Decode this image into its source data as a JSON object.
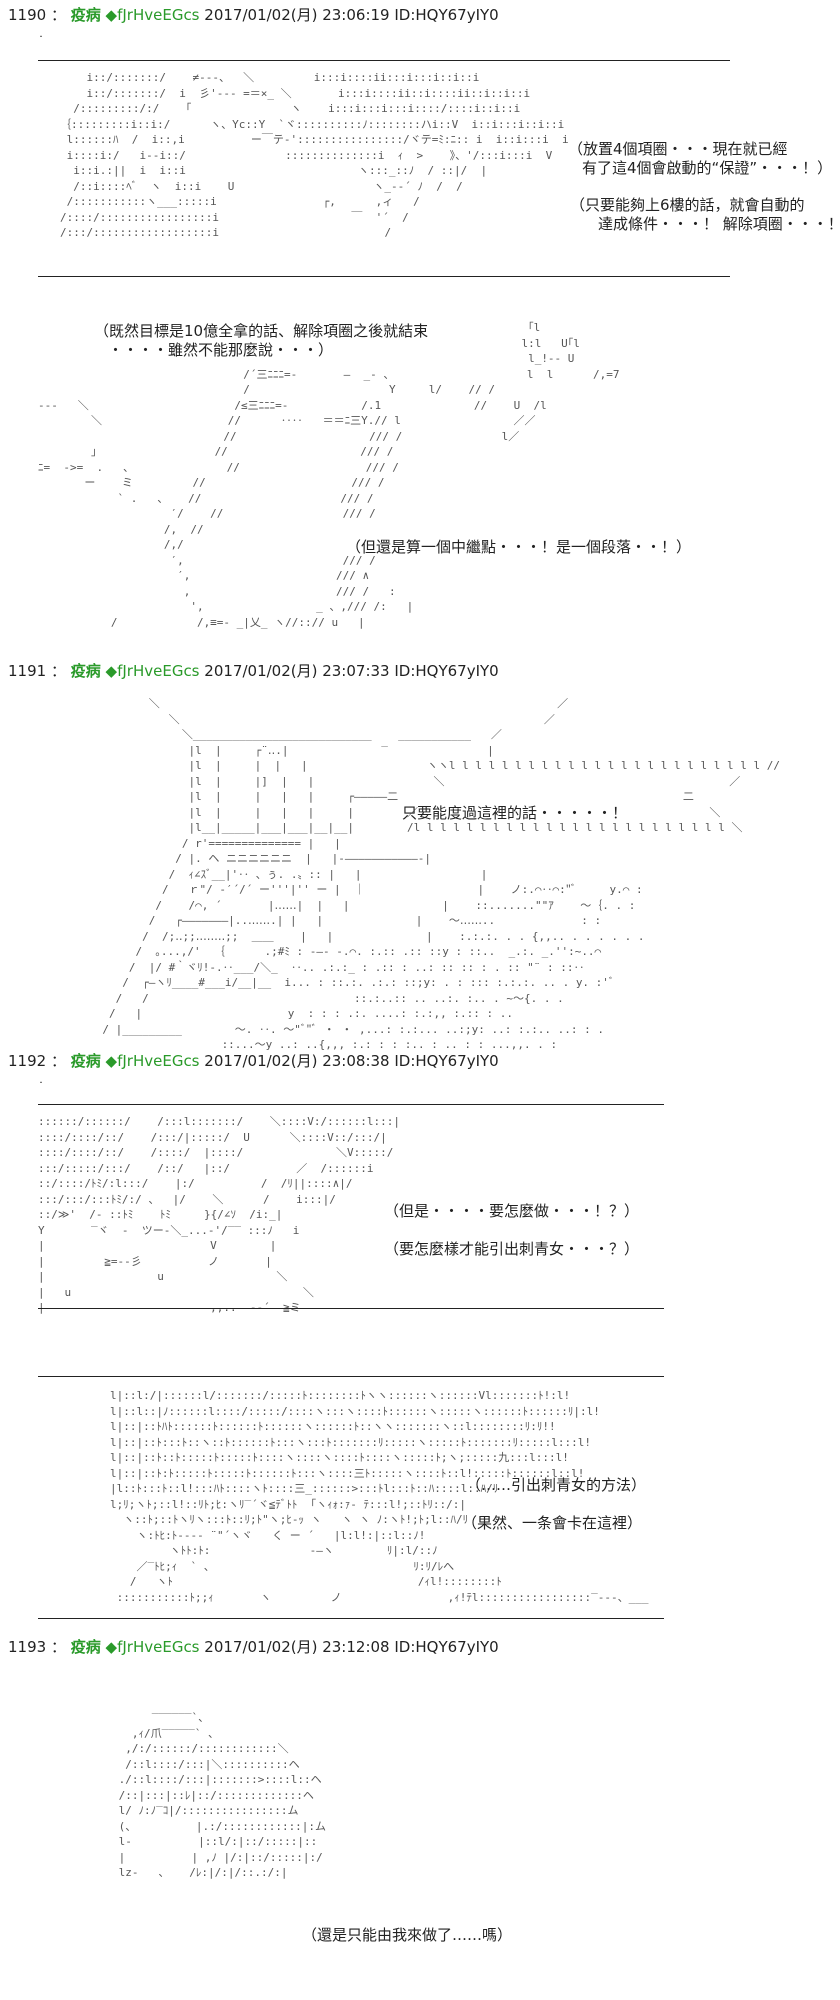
{
  "posts": [
    {
      "num": "1190",
      "name": "疫病",
      "trip": "◆fJrHveEGcs",
      "meta": "2017/01/02(月) 23:06:19 ID:HQY67yIY0",
      "dialogs": [
        [
          "（放置4個項圈・・・現在就已經",
          "有了這4個會啟動的“保證”・・・！）"
        ],
        [
          "（只要能夠上6樓的話，就會自動的",
          "達成條件・・・！ 解除項圈・・・！）"
        ],
        [
          "（既然目標是10億全拿的話、解除項圈之後就結束",
          "・・・・雖然不能那麼說・・・）"
        ],
        [
          "（但還是算一個中繼點・・・！是一個段落・・！）"
        ]
      ]
    },
    {
      "num": "1191",
      "name": "疫病",
      "trip": "◆fJrHveEGcs",
      "meta": "2017/01/02(月) 23:07:33 ID:HQY67yIY0",
      "dialogs": [
        [
          "只要能度過這裡的話・・・・・！"
        ]
      ]
    },
    {
      "num": "1192",
      "name": "疫病",
      "trip": "◆fJrHveEGcs",
      "meta": "2017/01/02(月) 23:08:38 ID:HQY67yIY0",
      "dialogs": [
        [
          "（但是・・・・要怎麼做・・・！？）"
        ],
        [
          "（要怎麼樣才能引出刺青女・・・？）"
        ],
        [
          "（……引出刺青女的方法）"
        ],
        [
          "（果然、一条會卡在這裡）"
        ]
      ]
    },
    {
      "num": "1193",
      "name": "疫病",
      "trip": "◆fJrHveEGcs",
      "meta": "2017/01/02(月) 23:12:08 ID:HQY67yIY0",
      "dialogs": [
        [
          "（還是只能由我來做了……嗎）"
        ]
      ]
    }
  ]
}
